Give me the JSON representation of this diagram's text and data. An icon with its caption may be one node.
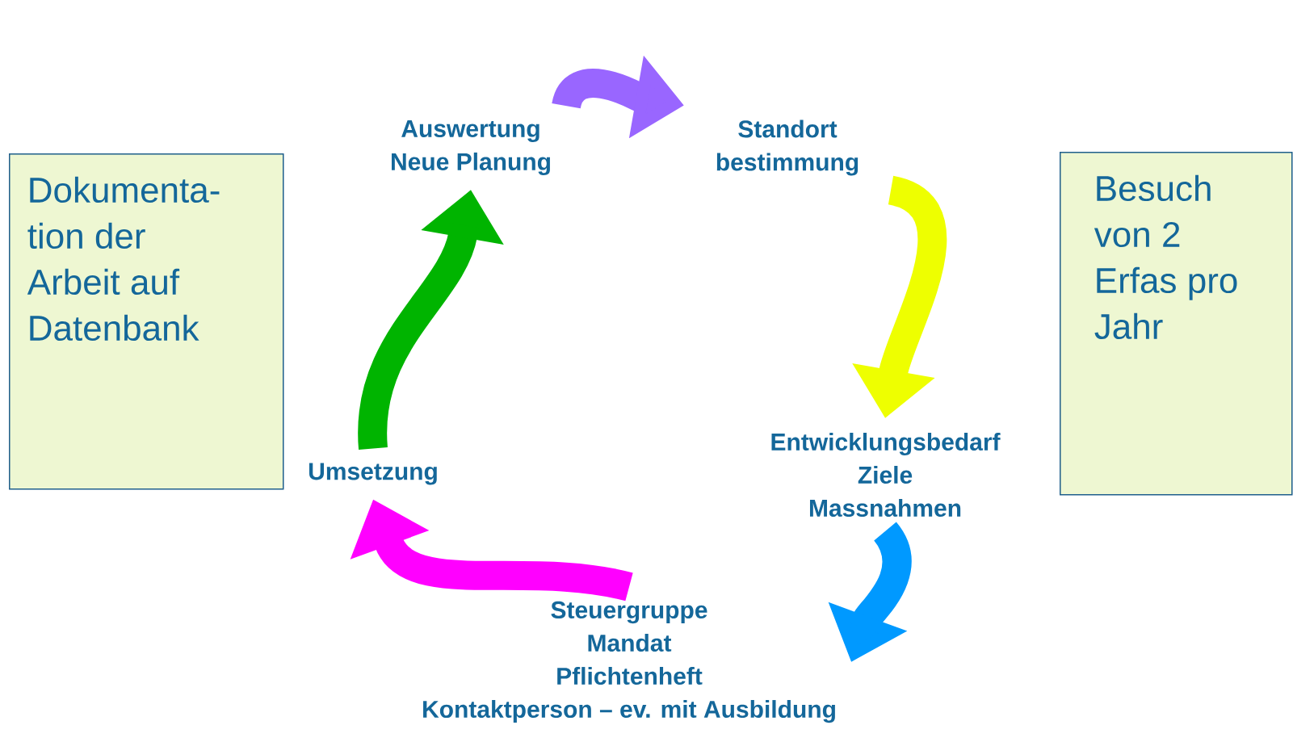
{
  "diagram": {
    "nodes": [
      {
        "text": [
          "Dokumenta- tion der Arbeit auf Datenbank"
        ]
      },
      {
        "text": [
          "Auswertung",
          "Neue Planung"
        ]
      },
      {
        "text": [
          "Standort bestimmung"
        ]
      },
      {
        "text": [
          "Entwicklungsbedarf",
          "Ziele",
          "Massnahmen"
        ]
      },
      {
        "text": [
          "Steuergruppe",
          "Mandat",
          "Pflichtenheft",
          "Kontaktperson – ev. mit Ausbildung"
        ]
      },
      {
        "text": [
          "Umsetzung"
        ]
      },
      {
        "text": [
          "Besuch von 2 Erfas pro Jahr"
        ]
      }
    ],
    "edges": [
      {
        "from": 1,
        "to": 2,
        "arrow": "to",
        "color": "#9966ff"
      },
      {
        "from": 2,
        "to": 3,
        "arrow": "to",
        "color": "#eeff00"
      },
      {
        "from": 3,
        "to": 4,
        "arrow": "to",
        "color": "#0099ff"
      },
      {
        "from": 4,
        "to": 5,
        "arrow": "to",
        "color": "#ff00ff"
      },
      {
        "from": 5,
        "to": 1,
        "arrow": "to",
        "color": "#00b400"
      }
    ]
  }
}
